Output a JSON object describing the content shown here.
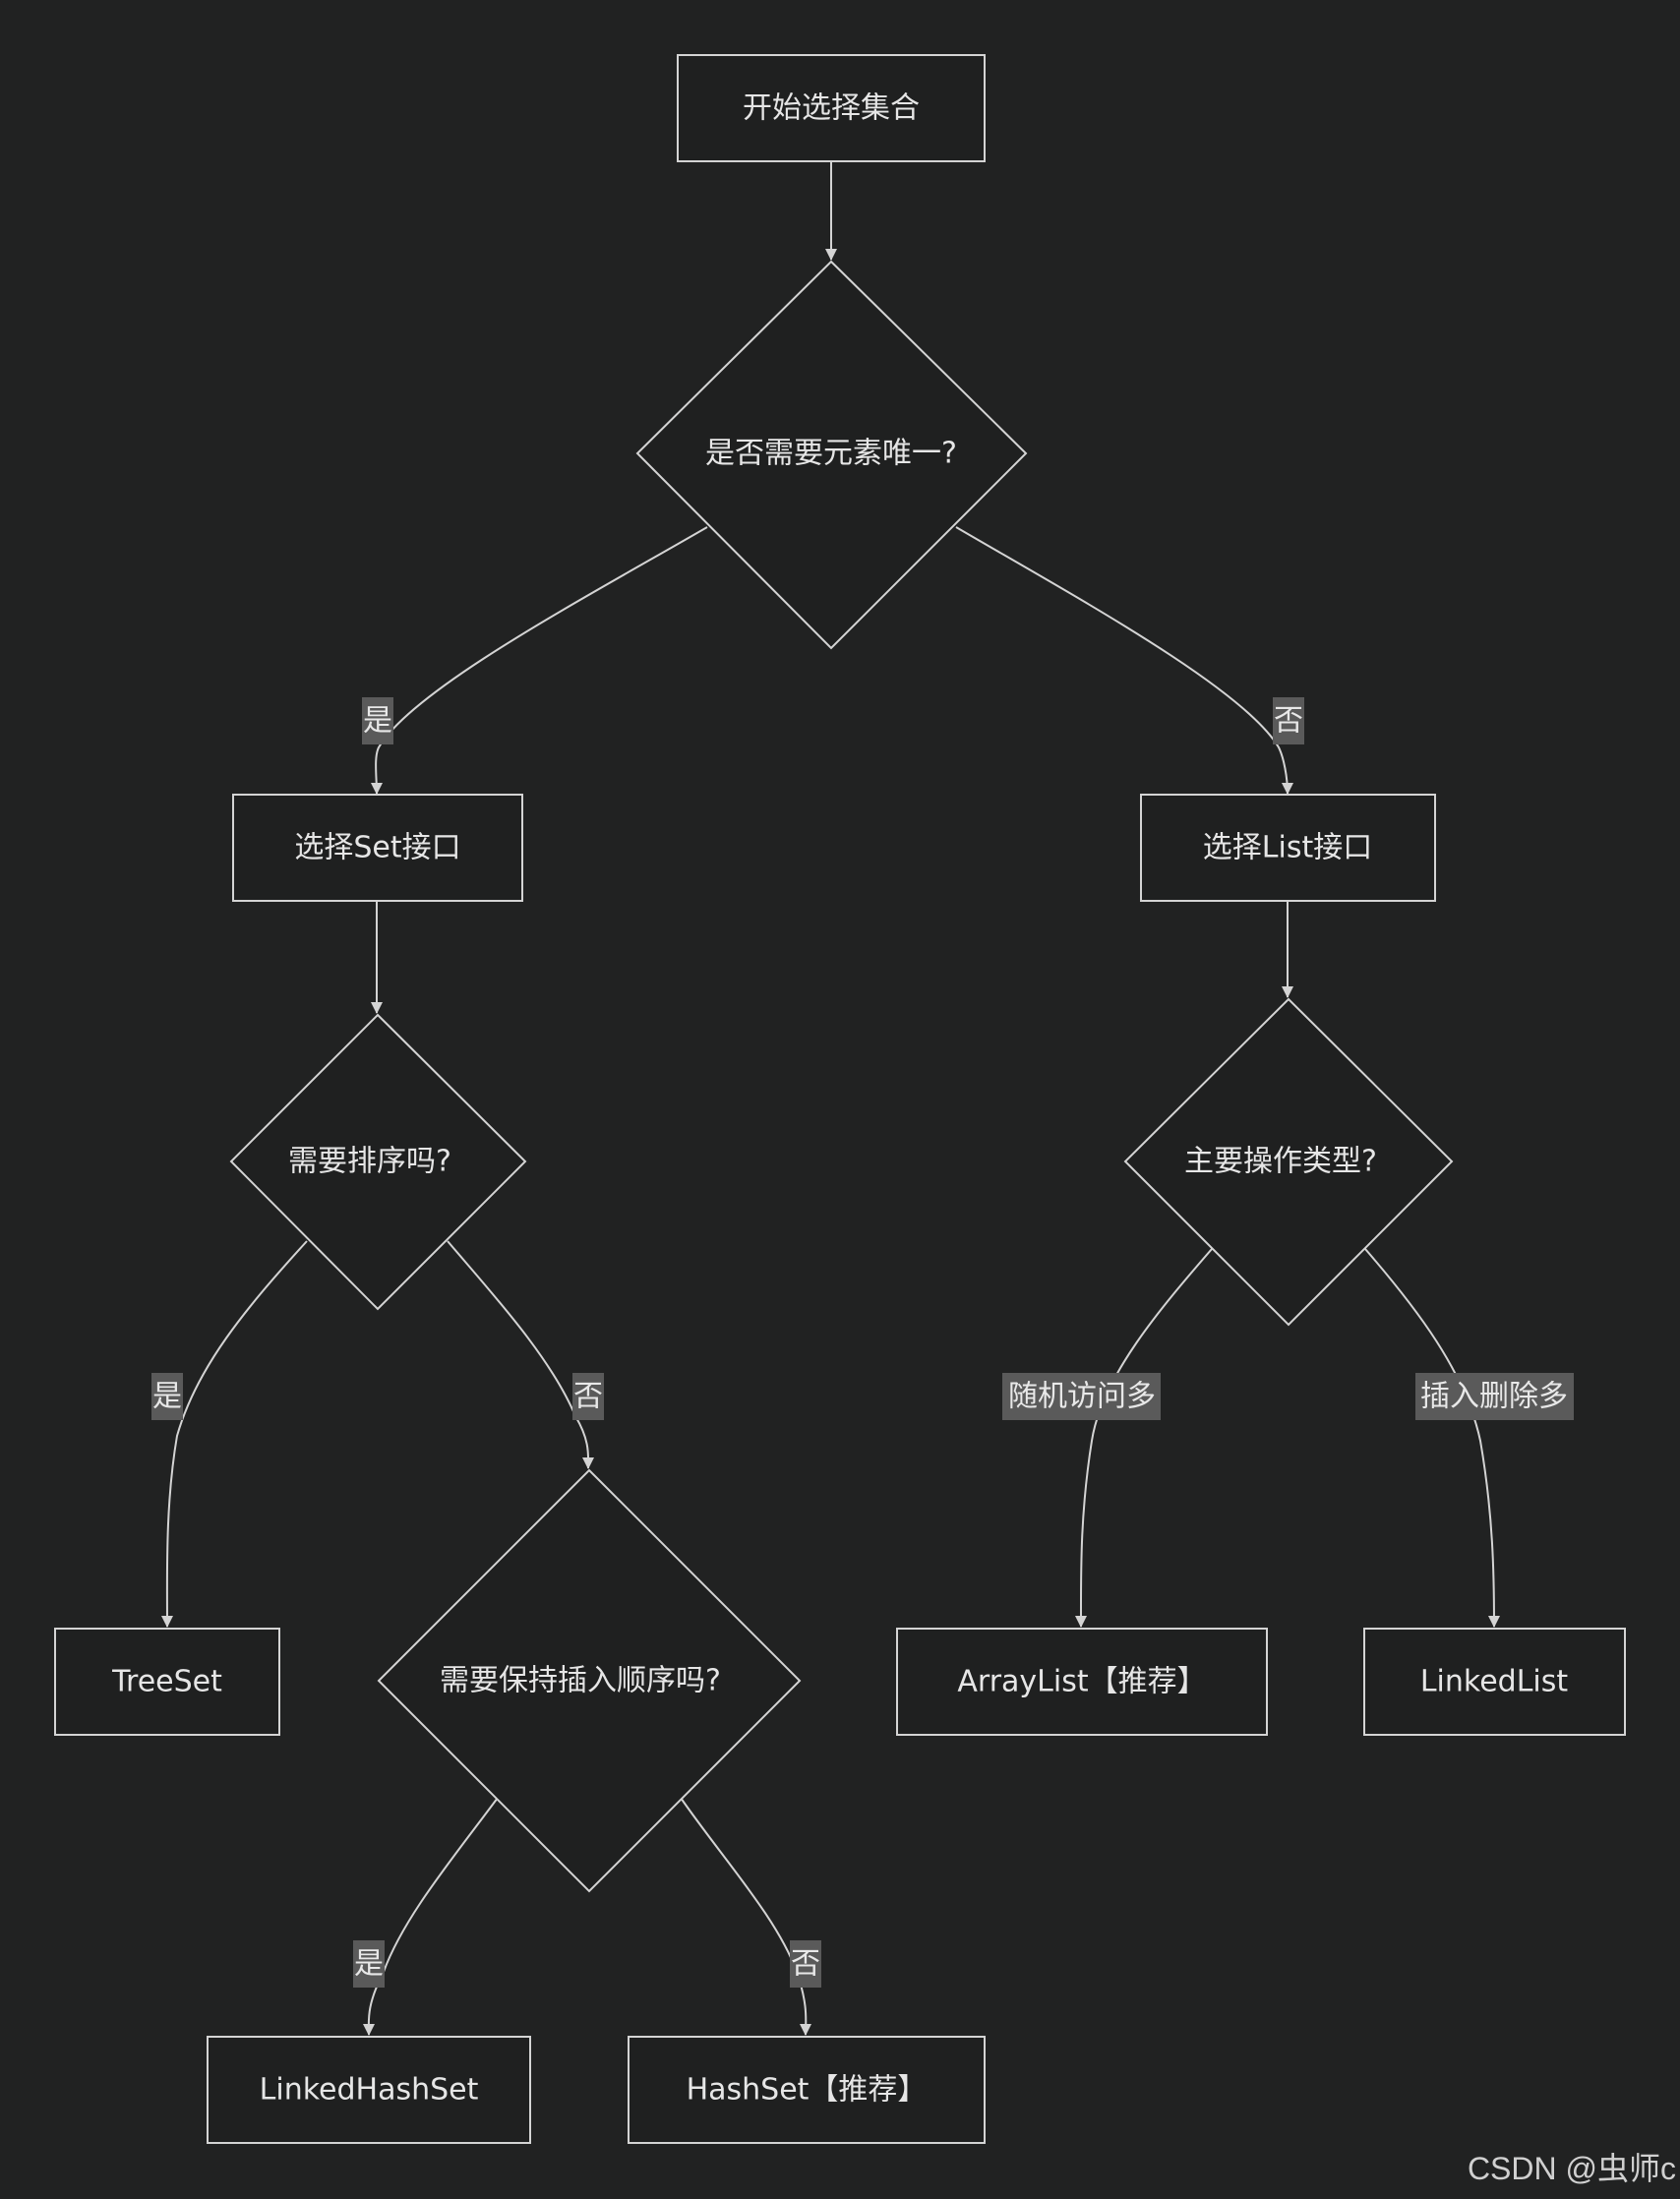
{
  "colors": {
    "background": "#212222",
    "node_fill": "#1f2020",
    "node_stroke": "#d4d4d4",
    "edge": "#d4d4d4",
    "label_bg": "#5a5a5a",
    "text": "#e6e6e6"
  },
  "nodes": {
    "start": "开始选择集合",
    "q_unique": "是否需要元素唯一?",
    "choose_set": "选择Set接口",
    "choose_list": "选择List接口",
    "q_sort": "需要排序吗?",
    "q_op_type": "主要操作类型?",
    "q_insert_order": "需要保持插入顺序吗?",
    "treeset": "TreeSet",
    "arraylist": "ArrayList【推荐】",
    "linkedlist": "LinkedList",
    "linkedhashset": "LinkedHashSet",
    "hashset": "HashSet【推荐】"
  },
  "edge_labels": {
    "unique_yes": "是",
    "unique_no": "否",
    "sort_yes": "是",
    "sort_no": "否",
    "random_access": "随机访问多",
    "insert_delete": "插入删除多",
    "order_yes": "是",
    "order_no": "否"
  },
  "watermark": "CSDN @虫师c"
}
